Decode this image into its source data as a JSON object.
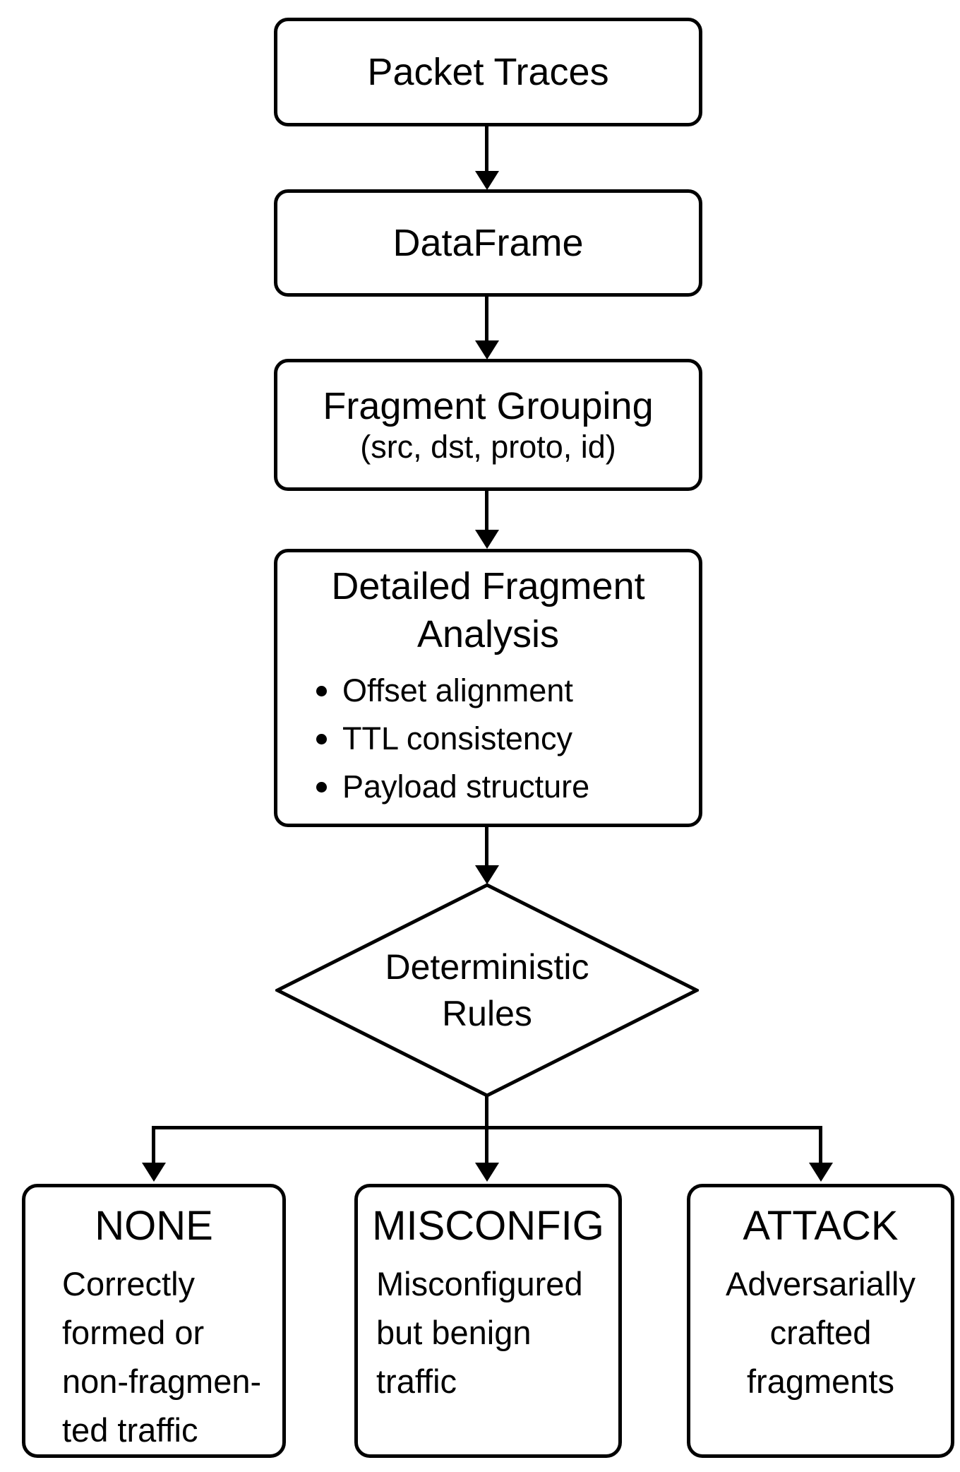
{
  "colors": {
    "stroke": "#000000",
    "background": "#ffffff",
    "text": "#000000"
  },
  "nodes": {
    "packet_traces": {
      "label": "Packet Traces"
    },
    "dataframe": {
      "label": "DataFrame"
    },
    "fragment_grouping": {
      "title": "Fragment Grouping",
      "subtitle": "(src, dst, proto, id)"
    },
    "detailed_fragment_analysis": {
      "title_line1": "Detailed Fragment",
      "title_line2": "Analysis",
      "bullets": [
        "Offset alignment",
        "TTL consistency",
        "Payload structure"
      ]
    },
    "deterministic_rules": {
      "line1": "Deterministic",
      "line2": "Rules"
    },
    "outcome_none": {
      "title": "NONE",
      "lines": [
        "Correctly",
        "formed or",
        "non-fragmen-",
        "ted traffic"
      ]
    },
    "outcome_misconfig": {
      "title": "MISCONFIG",
      "lines": [
        "Misconfigured",
        "but benign",
        "traffic"
      ]
    },
    "outcome_attack": {
      "title": "ATTACK",
      "lines": [
        "Adversarially",
        "crafted",
        "fragments"
      ]
    }
  }
}
